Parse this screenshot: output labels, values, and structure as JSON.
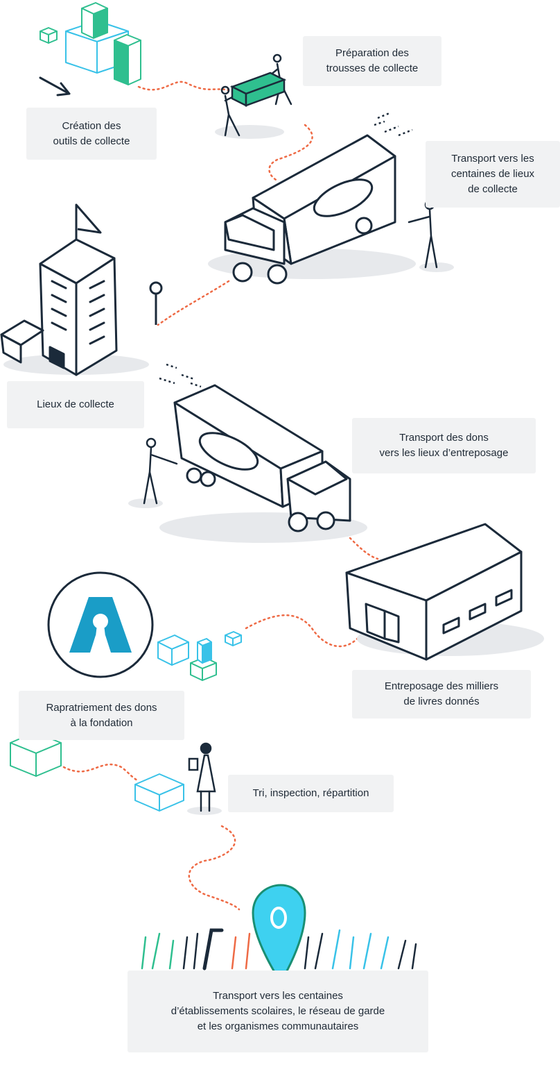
{
  "colors": {
    "ink": "#1b2a3a",
    "dotted_path": "#ee6a45",
    "green": "#2fbf8f",
    "cyan": "#39c2e8",
    "label_bg": "#f1f2f3",
    "pin": "#3ed1f0",
    "shadow": "#e7e9ec"
  },
  "steps": [
    {
      "id": "creation",
      "text": "Création des\noutils de collecte",
      "icon": "boxes-icon"
    },
    {
      "id": "preparation",
      "text": "Préparation des\ntrousses de collecte",
      "icon": "movers-icon"
    },
    {
      "id": "transport1",
      "text": "Transport vers les\ncentaines de lieux\nde collecte",
      "icon": "truck-icon"
    },
    {
      "id": "lieux",
      "text": "Lieux de collecte",
      "icon": "building-icon"
    },
    {
      "id": "transport2",
      "text": "Transport des dons\nvers les lieux d’entreposage",
      "icon": "truck-icon"
    },
    {
      "id": "entreposage",
      "text": "Entreposage des milliers\nde livres donnés",
      "icon": "warehouse-icon"
    },
    {
      "id": "rapatriement",
      "text": "Rapratriement des dons\nà la fondation",
      "icon": "foundation-logo-icon"
    },
    {
      "id": "tri",
      "text": "Tri, inspection, répartition",
      "icon": "inspector-icon"
    },
    {
      "id": "final",
      "text": "Transport vers les centaines\nd’établissements scolaires, le réseau de garde\net les organismes communautaires",
      "icon": "location-pin-icon"
    }
  ]
}
